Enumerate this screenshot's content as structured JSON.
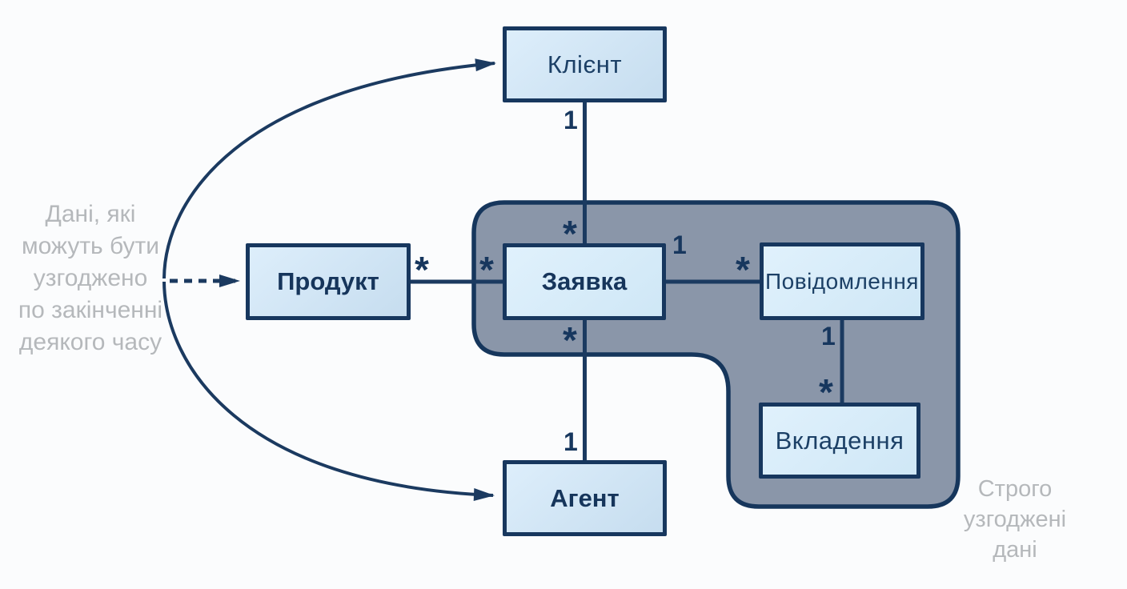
{
  "diagram": {
    "type": "uml-entity-relationship",
    "nodes": {
      "client": {
        "label": "Клієнт"
      },
      "product": {
        "label": "Продукт"
      },
      "request": {
        "label": "Заявка"
      },
      "message": {
        "label": "Повідомлення"
      },
      "attachment": {
        "label": "Вкладення"
      },
      "agent": {
        "label": "Агент"
      }
    },
    "relations": [
      {
        "from": "client",
        "to": "request",
        "from_mult": "1",
        "to_mult": "*"
      },
      {
        "from": "product",
        "to": "request",
        "from_mult": "*",
        "to_mult": "*"
      },
      {
        "from": "request",
        "to": "message",
        "from_mult": "1",
        "to_mult": "*"
      },
      {
        "from": "message",
        "to": "attachment",
        "from_mult": "1",
        "to_mult": "*"
      },
      {
        "from": "request",
        "to": "agent",
        "from_mult": "*",
        "to_mult": "1"
      }
    ],
    "multiplicities": {
      "client_request_client_end": "1",
      "client_request_request_end": "*",
      "product_request_product_end": "*",
      "product_request_request_end": "*",
      "request_message_request_end": "1",
      "request_message_message_end": "*",
      "message_attachment_message_end": "1",
      "message_attachment_attachment_end": "*",
      "request_agent_request_end": "*",
      "request_agent_agent_end": "1"
    },
    "annotations": {
      "left_note_text": "Дані, які можуть бути узгоджено по закінченні деякого часу",
      "left_note_lines": [
        "Дані, які",
        "можуть бути",
        "узгоджено",
        "по закінченні",
        "деякого часу"
      ],
      "right_note_text": "Строго узгоджені дані",
      "right_note_lines": [
        "Строго",
        "узгоджені",
        "дані"
      ]
    },
    "colors": {
      "background": "#fbfcfd",
      "node_fill_light": "#ddeefb",
      "node_fill": "#c6ddef",
      "node_border": "#17375e",
      "container_fill": "#8a96a9",
      "container_border": "#16365c",
      "connector": "#1b3a60",
      "note_text": "#b5b8bb"
    }
  }
}
